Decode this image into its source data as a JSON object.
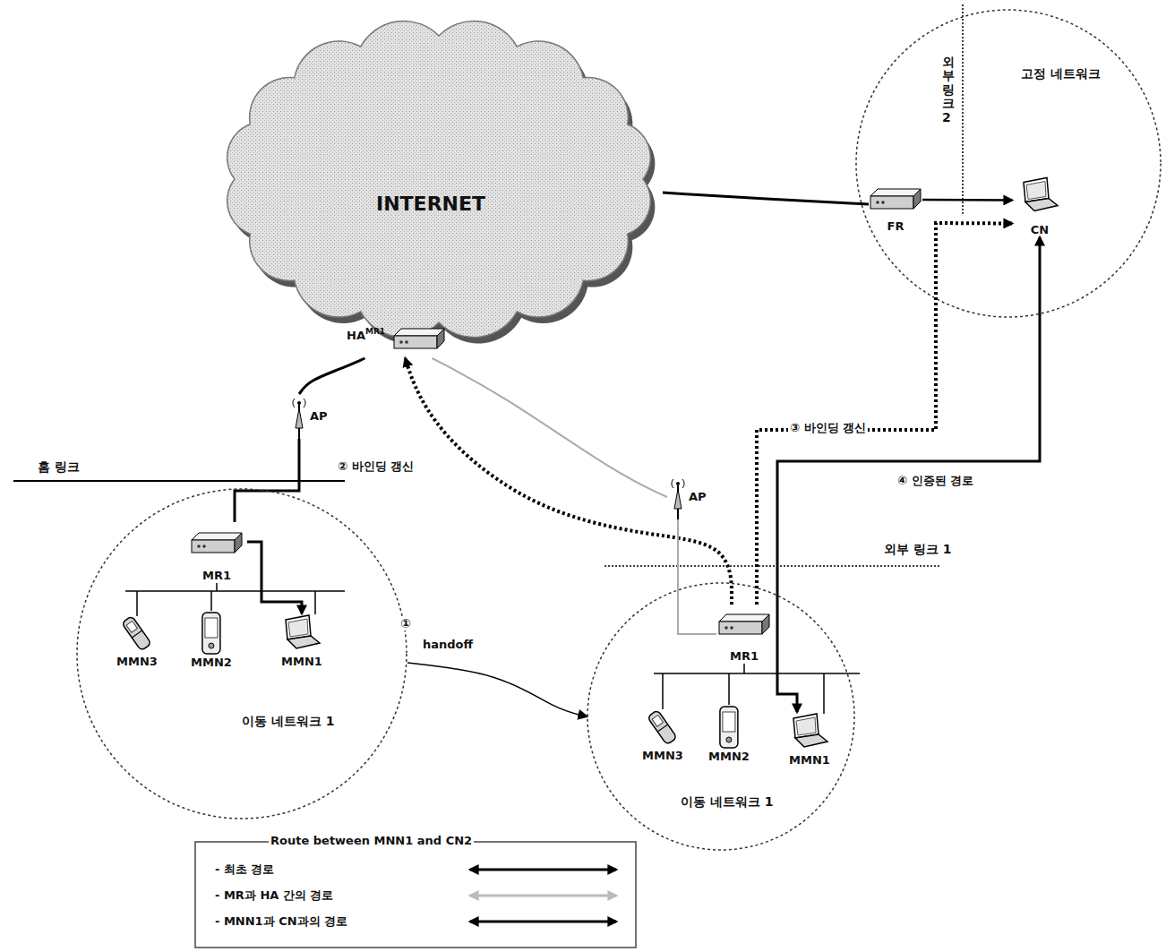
{
  "diagram": {
    "nodes": [
      {
        "text": [
          "INTERNET"
        ]
      },
      {
        "text": [
          "HA",
          "MR1"
        ],
        "in": 0
      },
      {
        "text": [
          "고정 네트워크"
        ]
      },
      {
        "text": [
          "FR"
        ],
        "in": 2
      },
      {
        "text": [
          "CN"
        ],
        "in": 2
      },
      {
        "text": [
          "이동 네트워크 1"
        ]
      },
      {
        "text": [
          "MR1"
        ],
        "in": 5
      },
      {
        "text": [
          "MMN3"
        ],
        "in": 5
      },
      {
        "text": [
          "MMN2"
        ],
        "in": 5
      },
      {
        "text": [
          "MMN1"
        ],
        "in": 5
      },
      {
        "text": [
          "AP"
        ]
      },
      {
        "text": [
          "이동 네트워크 1"
        ]
      },
      {
        "text": [
          "MR1"
        ],
        "in": 11
      },
      {
        "text": [
          "MMN3"
        ],
        "in": 11
      },
      {
        "text": [
          "MMN2"
        ],
        "in": 11
      },
      {
        "text": [
          "MMN1"
        ],
        "in": 11
      },
      {
        "text": [
          "AP"
        ]
      }
    ],
    "edges": [
      {
        "from": 1,
        "to": 10,
        "arrow": "none"
      },
      {
        "from": 10,
        "to": 6,
        "arrow": "none"
      },
      {
        "from": 6,
        "to": 9,
        "arrow": "to"
      },
      {
        "from": 5,
        "to": 11,
        "arrow": "to",
        "label": "handoff"
      },
      {
        "from": 12,
        "to": 1,
        "arrow": "to",
        "label": "② 바인딩 갱신"
      },
      {
        "from": 12,
        "to": 4,
        "arrow": "to",
        "label": "③ 바인딩 갱신"
      },
      {
        "from": 4,
        "to": 15,
        "arrow": "both",
        "label": "④ 인증된 경로"
      },
      {
        "from": 3,
        "to": 4,
        "arrow": "to"
      },
      {
        "from": 0,
        "to": 3,
        "arrow": "none"
      },
      {
        "from": 1,
        "to": 16,
        "arrow": "none"
      },
      {
        "from": 16,
        "to": 12,
        "arrow": "none"
      }
    ],
    "labels": [
      "홈 링크",
      "외부 링크 1",
      "외부 링크 2",
      "①",
      "Route between MNN1 and CN2"
    ],
    "legend": [
      {
        "text": "- 최초 경로"
      },
      {
        "text": "- MR과 HA 간의 경로"
      },
      {
        "text": "- MNN1과 CN과의 경로"
      }
    ]
  }
}
